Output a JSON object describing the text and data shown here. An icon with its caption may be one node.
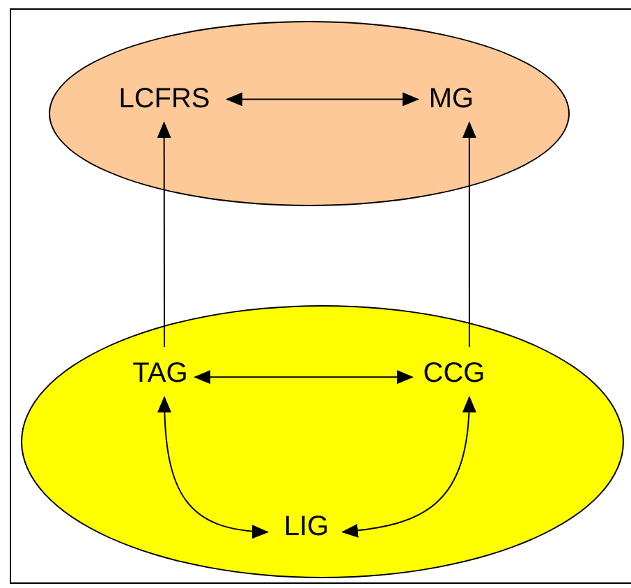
{
  "diagram": {
    "nodes": [
      {
        "text": [],
        "shape": "ellipse"
      },
      {
        "text": [
          "LCFRS"
        ],
        "in": 0
      },
      {
        "text": [
          "MG"
        ],
        "in": 0
      },
      {
        "text": [],
        "shape": "ellipse"
      },
      {
        "text": [
          "TAG"
        ],
        "in": 3
      },
      {
        "text": [
          "CCG"
        ],
        "in": 3
      },
      {
        "text": [
          "LIG"
        ],
        "in": 3
      }
    ],
    "edges": [
      {
        "from": 1,
        "to": 2,
        "arrow": "both"
      },
      {
        "from": 4,
        "to": 1,
        "arrow": "to"
      },
      {
        "from": 5,
        "to": 2,
        "arrow": "to"
      },
      {
        "from": 4,
        "to": 5,
        "arrow": "both"
      },
      {
        "from": 4,
        "to": 6,
        "arrow": "both"
      },
      {
        "from": 5,
        "to": 6,
        "arrow": "both"
      }
    ]
  }
}
